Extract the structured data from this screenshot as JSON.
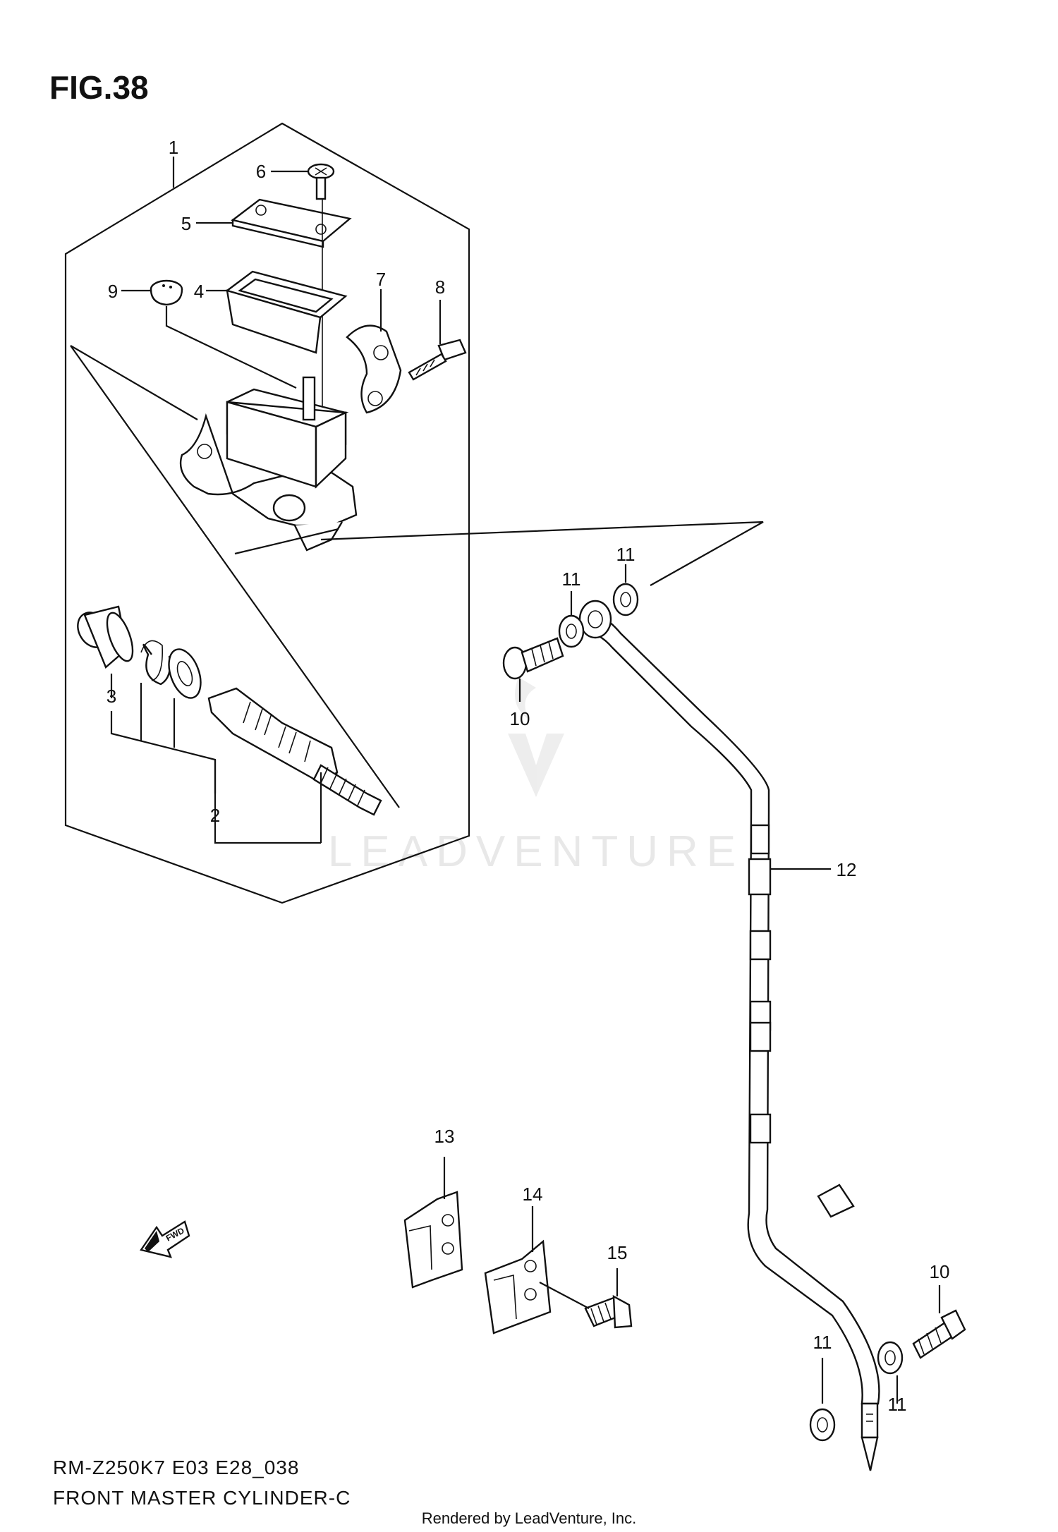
{
  "figure": {
    "title": "FIG.38",
    "model_code": "RM-Z250K7 E03 E28_038",
    "caption": "FRONT MASTER CYLINDER-C",
    "rendered_by": "Rendered by LeadVenture, Inc.",
    "watermark": "LEADVENTURE"
  },
  "callouts": {
    "c1": "1",
    "c2": "2",
    "c3": "3",
    "c4": "4",
    "c5": "5",
    "c6": "6",
    "c7": "7",
    "c8": "8",
    "c9": "9",
    "c10a": "10",
    "c10b": "10",
    "c11a": "11",
    "c11b": "11",
    "c11c": "11",
    "c11d": "11",
    "c12": "12",
    "c13": "13",
    "c14": "14",
    "c15": "15"
  },
  "fwd_label": "FWD"
}
